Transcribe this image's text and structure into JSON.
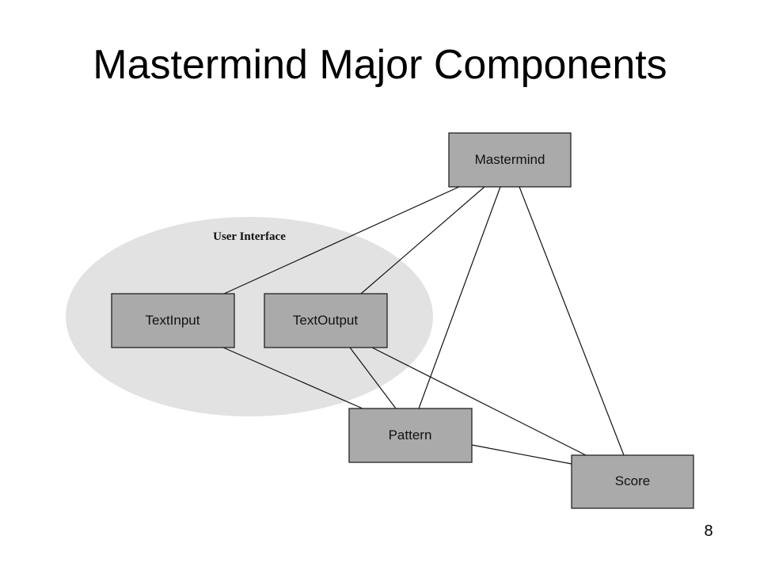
{
  "slide": {
    "title": "Mastermind Major Components",
    "page_number": "8"
  },
  "diagram": {
    "group_label": "User Interface",
    "nodes": {
      "mastermind": "Mastermind",
      "textinput": "TextInput",
      "textoutput": "TextOutput",
      "pattern": "Pattern",
      "score": "Score"
    },
    "colors": {
      "box_fill": "#aaaaaa",
      "ellipse_fill": "#e2e2e2",
      "line": "#111111"
    }
  }
}
